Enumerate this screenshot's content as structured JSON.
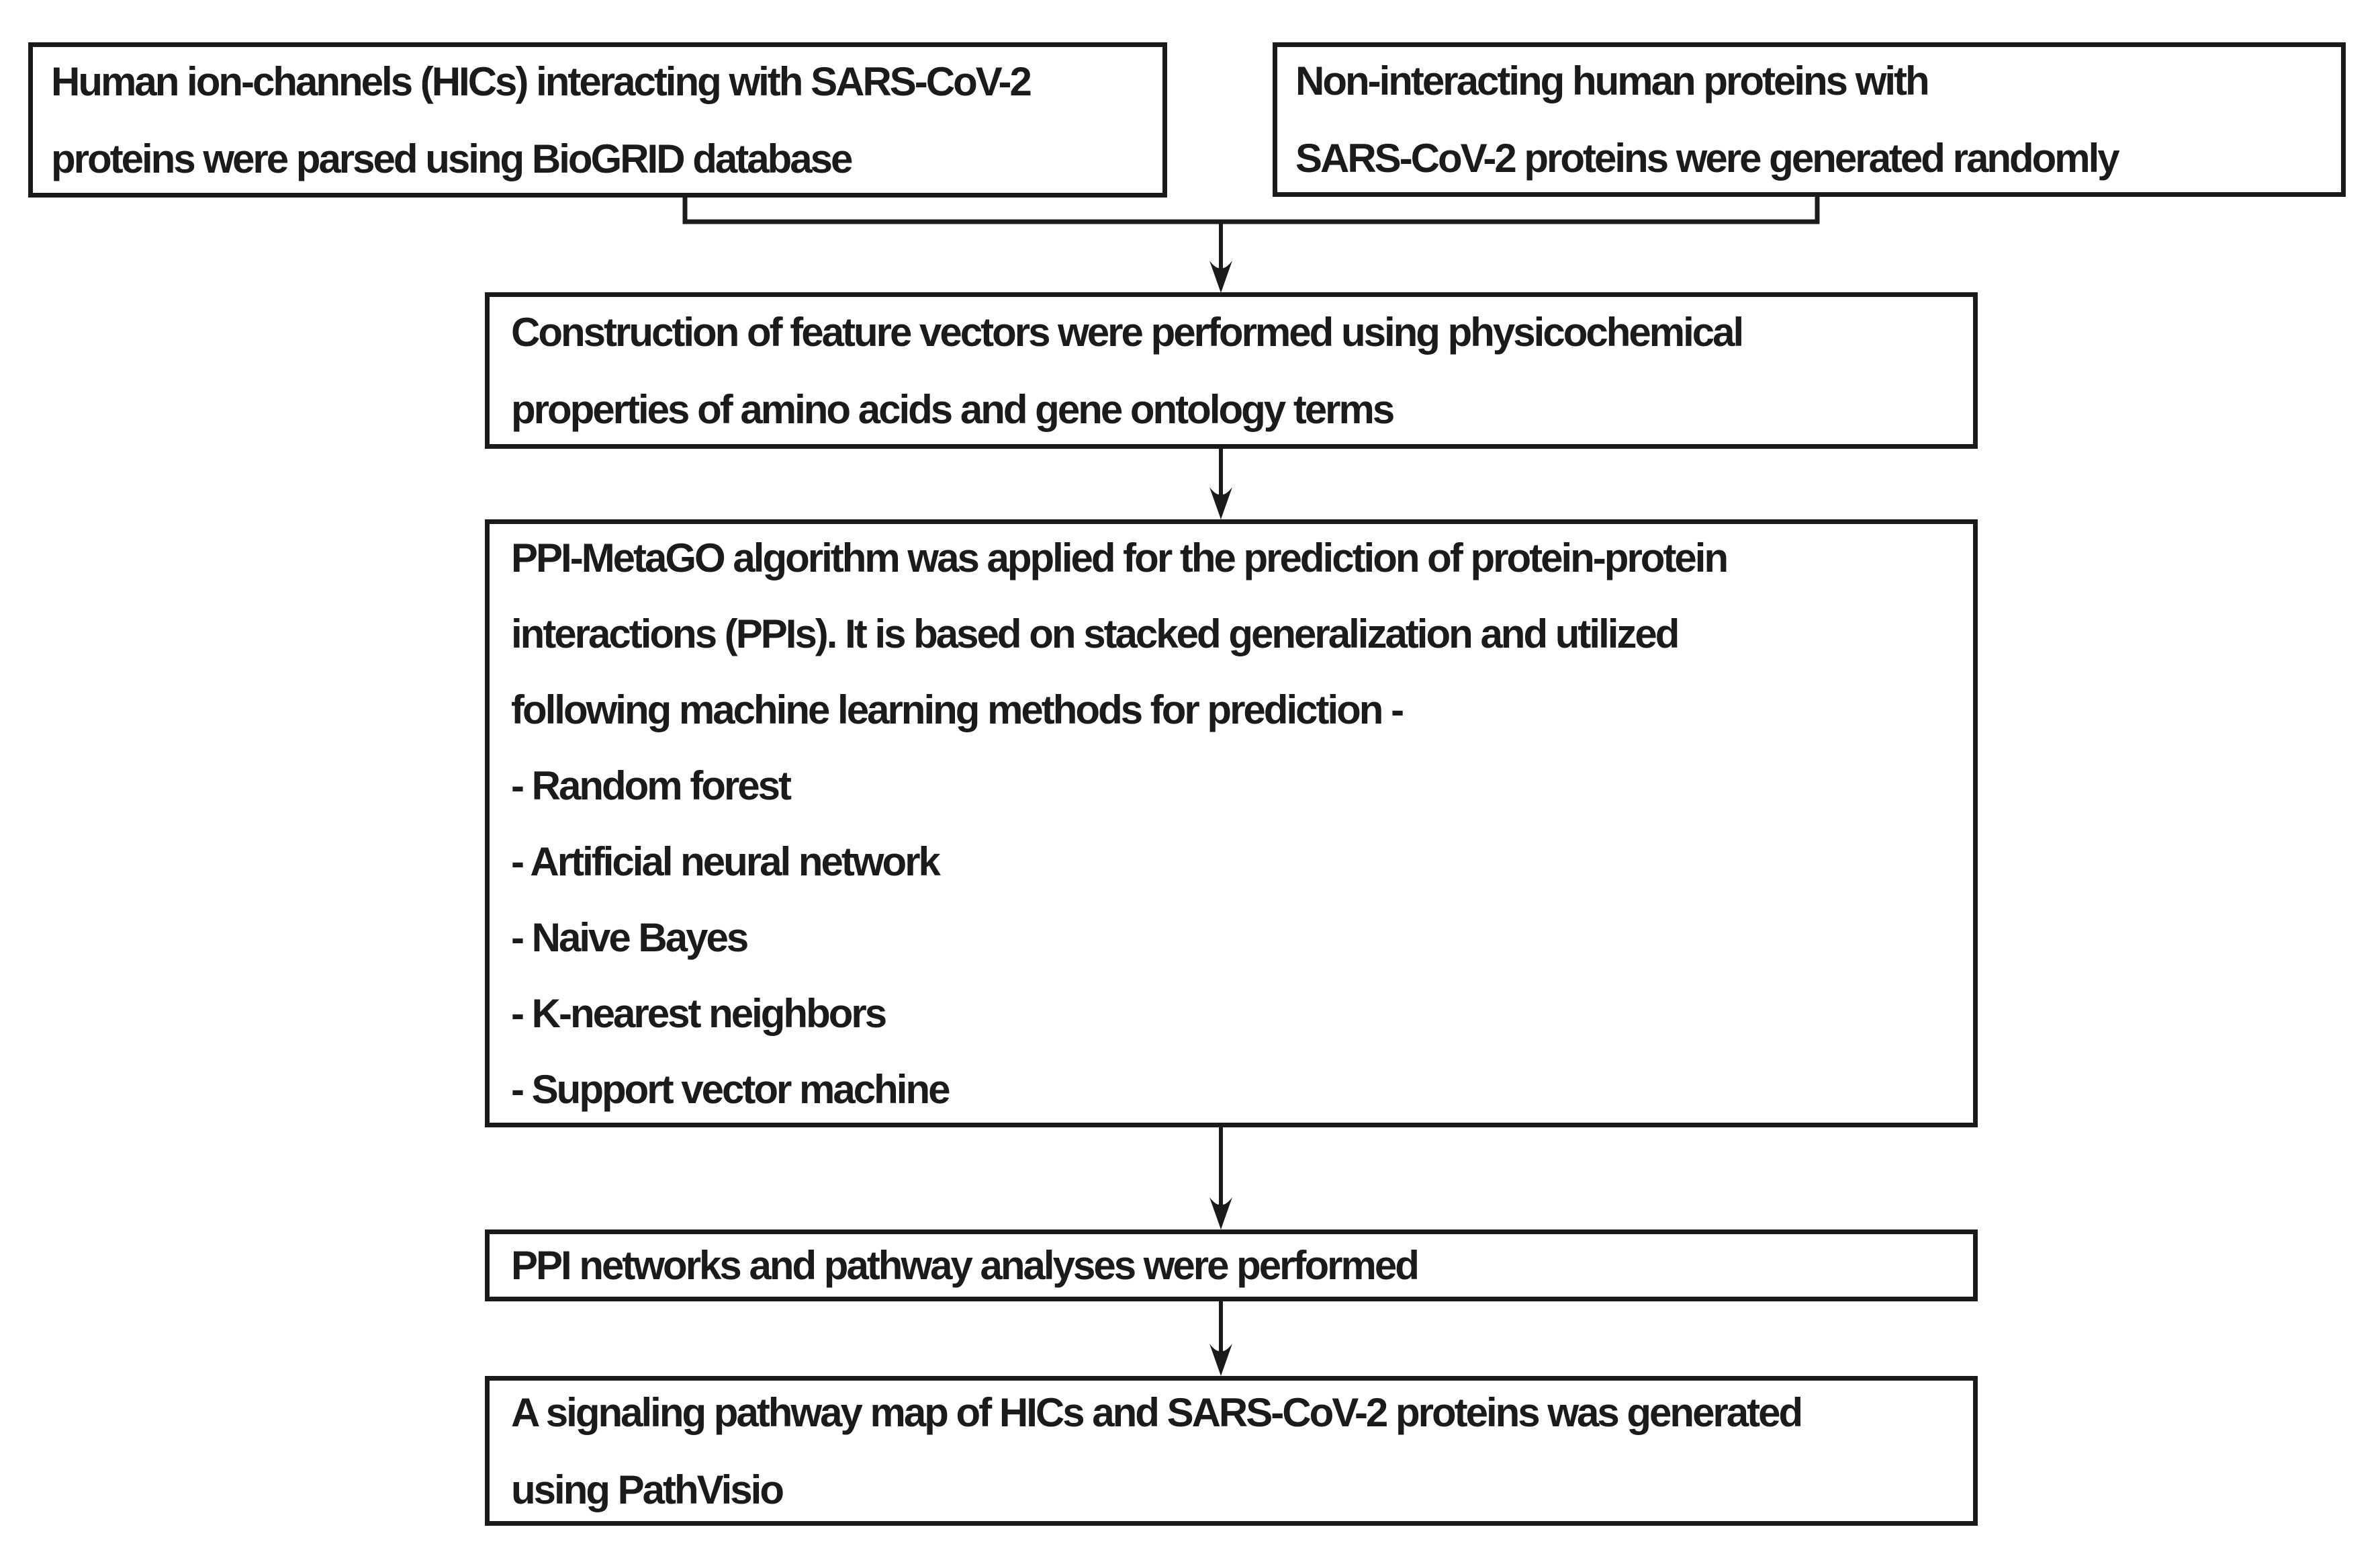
{
  "flowchart": {
    "colors": {
      "ink": "#1b1b1b",
      "background": "#ffffff"
    },
    "boxes": {
      "source_hics": {
        "lines": [
          "Human ion-channels (HICs) interacting with SARS-CoV-2",
          "proteins were parsed using BioGRID database"
        ]
      },
      "source_random": {
        "lines": [
          "Non-interacting human proteins with",
          "SARS-CoV-2 proteins were generated randomly"
        ]
      },
      "feature_vectors": {
        "lines": [
          "Construction of feature vectors were performed using physicochemical",
          "properties of amino acids and gene ontology terms"
        ]
      },
      "ppi_metago": {
        "lines": [
          "PPI-MetaGO algorithm was applied for the prediction of protein-protein",
          "interactions (PPIs). It is based on stacked generalization and utilized",
          "following machine learning methods for prediction -",
          "- Random forest",
          "- Artificial neural network",
          "- Naive Bayes",
          "- K-nearest neighbors",
          "- Support vector machine"
        ]
      },
      "network_pathway": {
        "lines": [
          "PPI networks and pathway analyses were performed"
        ]
      },
      "pathway_map": {
        "lines": [
          "A signaling pathway map of HICs and SARS-CoV-2 proteins was generated",
          "using PathVisio"
        ]
      }
    }
  }
}
